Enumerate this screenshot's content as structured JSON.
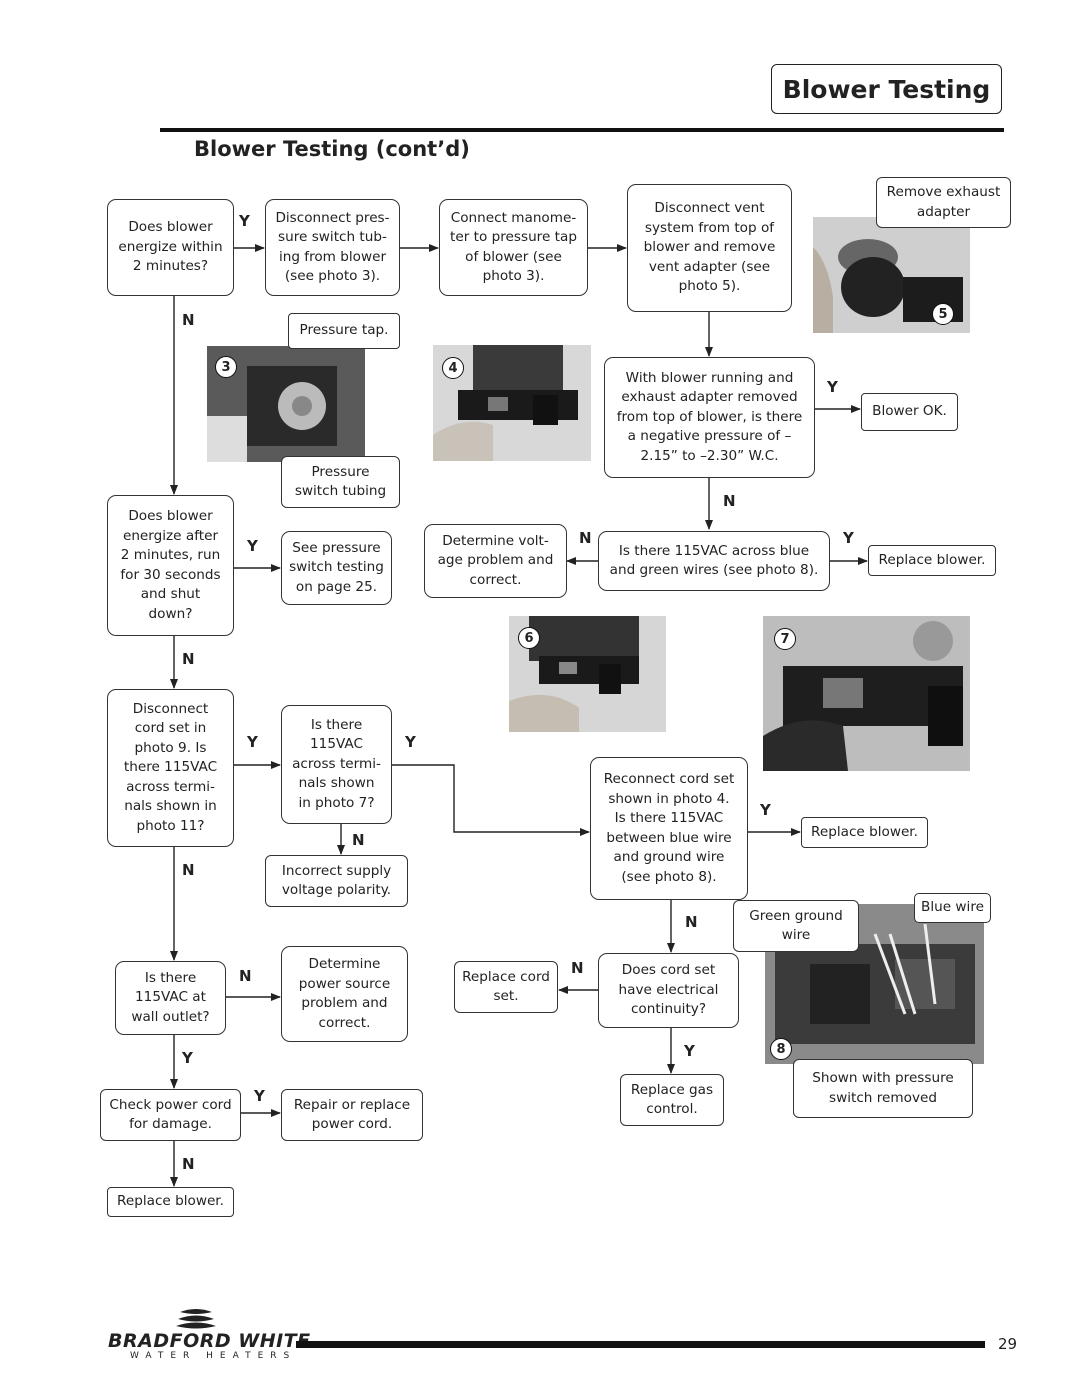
{
  "header": {
    "title": "Blower Testing",
    "subtitle": "Blower Testing (cont’d)"
  },
  "flow": {
    "b1": "Does blower\nenergize within\n2 minutes?",
    "b2": "Disconnect pres-\nsure switch tub-\ning from blower\n(see photo 3).",
    "b3": "Connect manome-\nter to pressure tap\nof blower (see\nphoto 3).",
    "b4": "Disconnect vent\nsystem from top of\nblower and remove\nvent adapter (see\nphoto 5).",
    "remove_exhaust": "Remove exhaust\nadapter",
    "pressure_tap": "Pressure tap.",
    "pressure_tubing": "Pressure\nswitch tubing",
    "b5": "With blower running and\nexhaust adapter removed\nfrom top of blower, is there\na negative  pressure of –\n2.15” to –2.30” W.C.",
    "blower_ok": "Blower OK.",
    "b6": "Does  blower\nenergize after\n2 minutes, run\nfor 30 seconds\nand shut\ndown?",
    "see_pressure": "See pressure\nswitch testing\non page 25.",
    "determine_voltage": "Determine volt-\nage problem and\ncorrect.",
    "is_115_blue": "Is there 115VAC across blue\nand green wires (see photo 8).",
    "replace_blower_1": "Replace blower.",
    "b7": "Disconnect\ncord set in\nphoto 9. Is\nthere 115VAC\nacross termi-\nnals shown in\nphoto 11?",
    "b8": "Is there\n115VAC\nacross termi-\nnals shown\nin photo 7?",
    "incorrect_polarity": "Incorrect supply\nvoltage polarity.",
    "reconnect": "Reconnect cord set\nshown in photo 4.\nIs there 115VAC\nbetween blue wire\nand ground wire\n(see photo 8).",
    "replace_blower_2": "Replace blower.",
    "green_ground": "Green ground\nwire",
    "blue_wire": "Blue wire",
    "b9": "Is there\n115VAC at\nwall outlet?",
    "determine_power": "Determine\npower source\nproblem and\ncorrect.",
    "replace_cord": "Replace cord\nset.",
    "cord_continuity": "Does cord set\nhave electrical\ncontinuity?",
    "replace_gas": "Replace gas\ncontrol.",
    "shown_pressure": "Shown with pressure\nswitch removed",
    "check_cord": "Check power cord\nfor damage.",
    "repair_cord": "Repair or replace\npower cord.",
    "replace_blower_3": "Replace blower."
  },
  "labels": {
    "y": "Y",
    "n": "N"
  },
  "photos": {
    "p3": "3",
    "p4": "4",
    "p5": "5",
    "p6": "6",
    "p7": "7",
    "p8": "8"
  },
  "footer": {
    "brand": "BRADFORD WHITE",
    "tagline": "WATER HEATERS",
    "page": "29"
  }
}
